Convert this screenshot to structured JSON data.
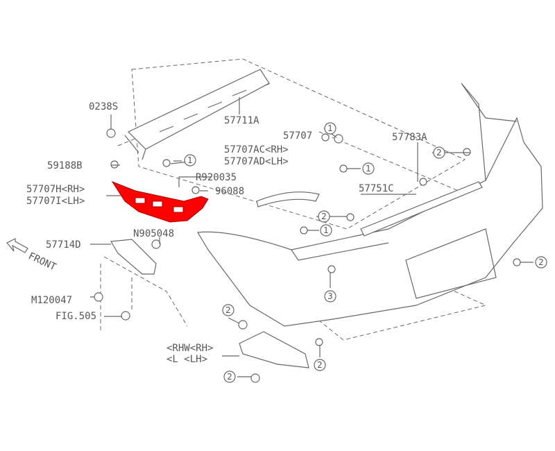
{
  "labels": {
    "p0238s": "0238S",
    "p57711a": "57711A",
    "p57707": "57707",
    "p57783a": "57783A",
    "p57707ac": "57707AC<RH>",
    "p57707ad": "57707AD<LH>",
    "p59188b": "59188B",
    "pr920035": "R920035",
    "p57707h": "57707H<RH>",
    "p57707i": "57707I<LH>",
    "p96088": "96088",
    "p57751c": "57751C",
    "pn905048": "N905048",
    "p57714d": "57714D",
    "front": "FRONT",
    "pm120047": "M120047",
    "fig505": "FIG.505",
    "rhw": "<RHW<RH>",
    "lhw": "<L  <LH>"
  },
  "callouts": {
    "one": "1",
    "two": "2",
    "three": "3"
  },
  "colors": {
    "highlight": "#ff0000",
    "line": "#666666"
  }
}
